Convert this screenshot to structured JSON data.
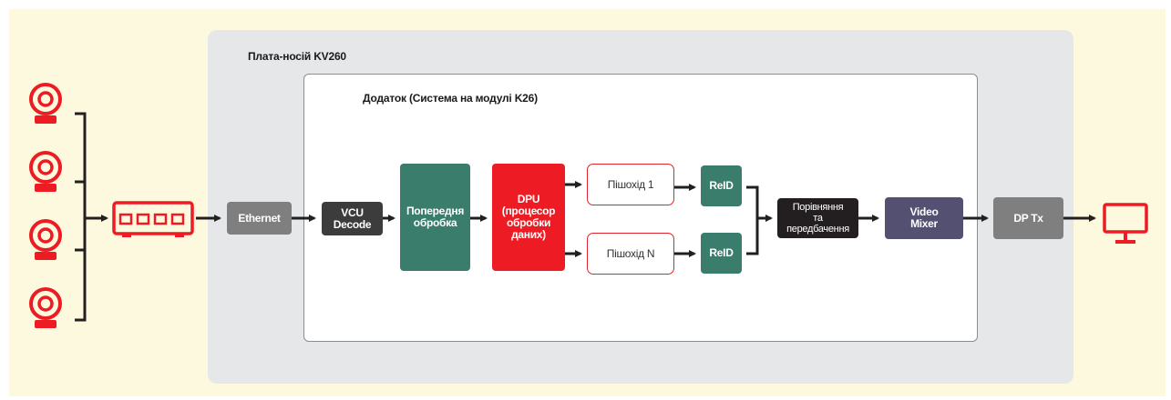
{
  "carrier_board": {
    "label": "Плата-носій KV260"
  },
  "application": {
    "label": "Додаток (Система на модулі K26)"
  },
  "blocks": {
    "ethernet": "Ethernet",
    "vcu_decode": "VCU\nDecode",
    "preprocessing": "Попередня\nобробка",
    "dpu": "DPU\n(процесор\nобробки\nданих)",
    "pedestrian_1": "Пішохід 1",
    "pedestrian_n": "Пішохід N",
    "reid_1": "ReID",
    "reid_n": "ReID",
    "compare": "Порівняння\nта\nпередбачення",
    "video_mixer": "Video\nMixer",
    "dp_tx": "DP Tx"
  },
  "icons": {
    "cameras": [
      "camera-icon",
      "camera-icon",
      "camera-icon",
      "camera-icon"
    ],
    "switch": "network-switch-icon",
    "monitor": "monitor-icon"
  },
  "colors": {
    "accent_red": "#ed1c24",
    "teal": "#3a7d6d",
    "dark": "#3c3c3c",
    "gray_block": "#7f7f80",
    "purple": "#535071",
    "black_block": "#231f20",
    "panel_bg": "#fdf9de",
    "carrier_bg": "#e6e7e9"
  }
}
